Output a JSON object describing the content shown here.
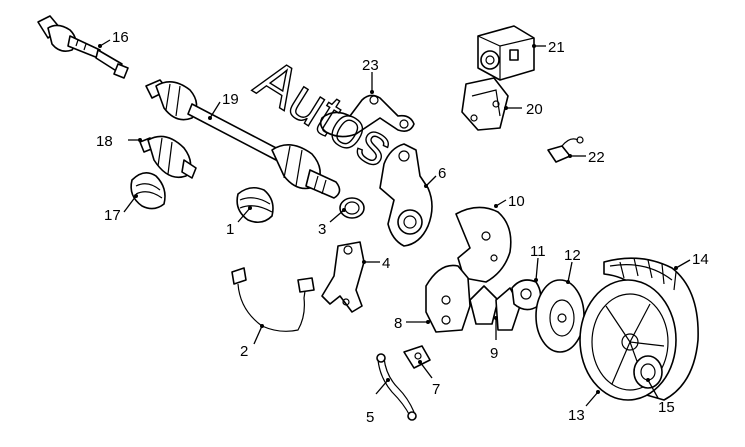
{
  "watermark": "Autos",
  "callouts": [
    {
      "id": "1",
      "label": "1",
      "part": "part-1"
    },
    {
      "id": "2",
      "label": "2",
      "part": "part-2"
    },
    {
      "id": "3",
      "label": "3",
      "part": "part-3"
    },
    {
      "id": "4",
      "label": "4",
      "part": "part-4"
    },
    {
      "id": "5",
      "label": "5",
      "part": "part-5"
    },
    {
      "id": "6",
      "label": "6",
      "part": "part-6"
    },
    {
      "id": "7",
      "label": "7",
      "part": "part-7"
    },
    {
      "id": "8",
      "label": "8",
      "part": "part-8"
    },
    {
      "id": "9",
      "label": "9",
      "part": "part-9"
    },
    {
      "id": "10",
      "label": "10",
      "part": "part-10"
    },
    {
      "id": "11",
      "label": "11",
      "part": "part-11"
    },
    {
      "id": "12",
      "label": "12",
      "part": "part-12"
    },
    {
      "id": "13",
      "label": "13",
      "part": "part-13"
    },
    {
      "id": "14",
      "label": "14",
      "part": "part-14"
    },
    {
      "id": "15",
      "label": "15",
      "part": "part-15"
    },
    {
      "id": "16",
      "label": "16",
      "part": "part-16"
    },
    {
      "id": "17",
      "label": "17",
      "part": "part-17"
    },
    {
      "id": "18",
      "label": "18",
      "part": "part-18"
    },
    {
      "id": "19",
      "label": "19",
      "part": "part-19"
    },
    {
      "id": "20",
      "label": "20",
      "part": "part-20"
    },
    {
      "id": "21",
      "label": "21",
      "part": "part-21"
    },
    {
      "id": "22",
      "label": "22",
      "part": "part-22"
    },
    {
      "id": "23",
      "label": "23",
      "part": "part-23"
    }
  ]
}
